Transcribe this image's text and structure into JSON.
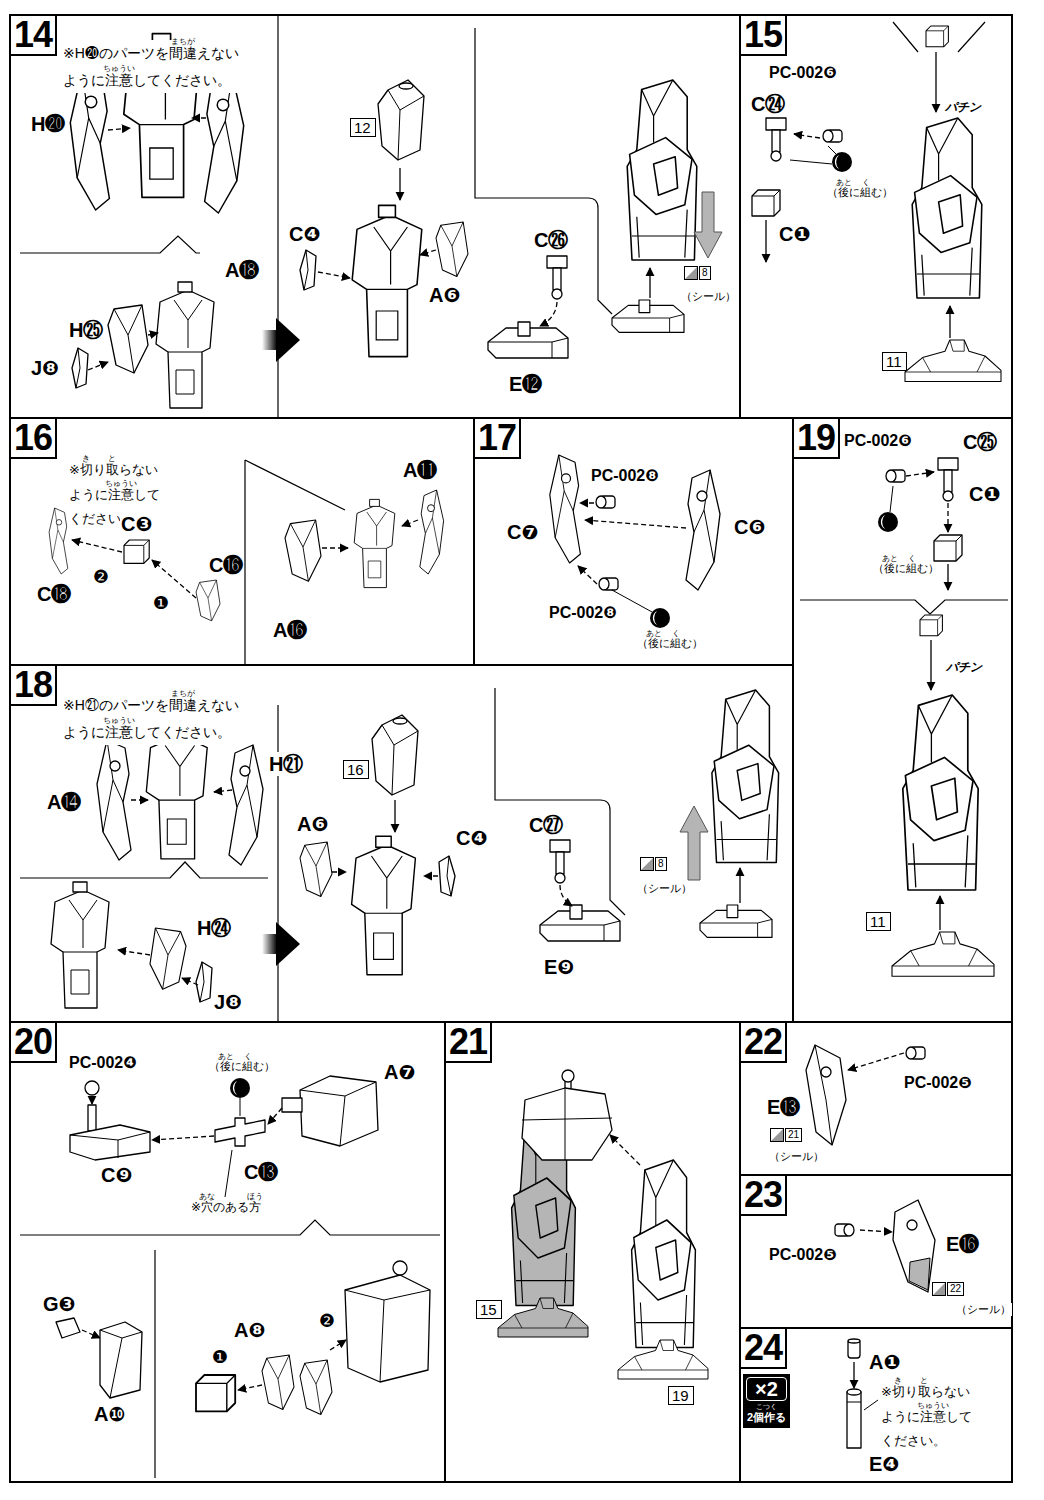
{
  "diagram": {
    "nodes": [
      {
        "text": [
          "14"
        ]
      },
      {
        "text": [
          "12"
        ],
        "in": 0
      },
      {
        "text": [
          "8"
        ],
        "in": 0
      },
      {
        "text": [
          "15"
        ]
      },
      {
        "text": [
          "11"
        ],
        "in": 3
      },
      {
        "text": [
          "16"
        ]
      },
      {
        "text": [
          "17"
        ]
      },
      {
        "text": [
          "19"
        ]
      },
      {
        "text": [
          "11"
        ],
        "in": 7
      },
      {
        "text": [
          "18"
        ]
      },
      {
        "text": [
          "16"
        ],
        "in": 9
      },
      {
        "text": [
          "8"
        ],
        "in": 9
      },
      {
        "text": [
          "20"
        ]
      },
      {
        "text": [
          "21"
        ]
      },
      {
        "text": [
          "15"
        ],
        "in": 13
      },
      {
        "text": [
          "19"
        ],
        "in": 13
      },
      {
        "text": [
          "22"
        ]
      },
      {
        "text": [
          "21"
        ],
        "in": 16
      },
      {
        "text": [
          "23"
        ]
      },
      {
        "text": [
          "22"
        ],
        "in": 18
      },
      {
        "text": [
          "24"
        ]
      },
      {
        "text": [
          "×2",
          "こつく",
          "2個作る"
        ],
        "in": 20
      }
    ],
    "labels": [
      "※H⓴のパーツを間違えないように注意してください。",
      "まちが",
      "ちゅうい",
      "H⓴",
      "A⓲",
      "H㉕",
      "J❽",
      "C❹",
      "A❻",
      "C㉖",
      "E⓬",
      "（シール）",
      "PC-002❻",
      "C㉔",
      "（後に組む）",
      "あと",
      "く",
      "C❶",
      "パチン",
      "※切り取らないように注意してください。",
      "き",
      "と",
      "ちゅうい",
      "C❸",
      "C⓰",
      "C⓲",
      "❷",
      "❶",
      "A⓫",
      "A⓰",
      "PC-002❽",
      "C❼",
      "C❻",
      "PC-002❽",
      "（後に組む）",
      "あと",
      "く",
      "PC-002❻",
      "C㉕",
      "C❶",
      "（後に組む）",
      "あと",
      "く",
      "パチン",
      "※H㉑のパーツを間違えないように注意してください。",
      "まちが",
      "ちゅうい",
      "A⓮",
      "H㉑",
      "H㉔",
      "J❽",
      "A❻",
      "C❹",
      "C㉗",
      "E❾",
      "（シール）",
      "PC-002❹",
      "（後に組む）",
      "あと",
      "く",
      "A❼",
      "C❾",
      "C⓭",
      "※穴のある方",
      "あな",
      "ほう",
      "G❸",
      "A❿",
      "A❽",
      "❶",
      "❷",
      "E⓭",
      "PC-002❺",
      "（シール）",
      "PC-002❺",
      "E⓰",
      "（シール）",
      "A❶",
      "※切り取らないように注意してください。",
      "き",
      "と",
      "ちゅうい",
      "E❹"
    ]
  }
}
